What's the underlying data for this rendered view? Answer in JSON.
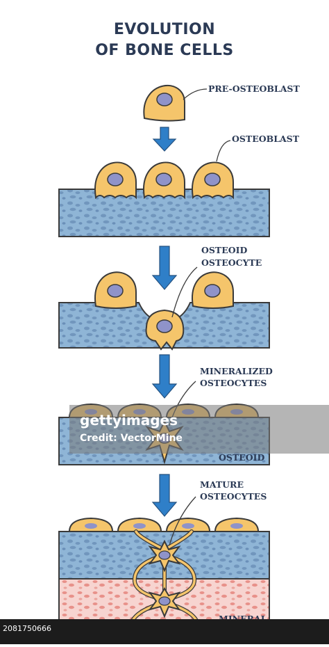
{
  "title": {
    "line1": "EVOLUTION",
    "line2": "OF BONE CELLS"
  },
  "labels": {
    "pre_osteoblast": "PRE-OSTEOBLAST",
    "osteoblast": "OSTEOBLAST",
    "osteoid_osteocyte_1": "OSTEOID",
    "osteoid_osteocyte_2": "OSTEOCYTE",
    "mineralized_1": "MINERALIZED",
    "mineralized_2": "OSTEOCYTES",
    "osteoid_layer": "OSTEOID",
    "mature_1": "MATURE",
    "mature_2": "OSTEOCYTES",
    "mineral_layer": "MINERAL"
  },
  "watermark": {
    "logo": "gettyimages",
    "credit": "Credit: VectorMine"
  },
  "footer": {
    "image_id": "2081750666"
  },
  "colors": {
    "cell_fill": "#f5c56b",
    "cell_outline": "#3a3a3a",
    "nucleus": "#8f93c9",
    "bone_fill": "#8fb5d6",
    "bone_spots": "#7196bd",
    "mineral_fill": "#f7d4d0",
    "mineral_spots": "#e8918a",
    "arrow": "#2f7fc8",
    "text": "#2b3a55"
  }
}
